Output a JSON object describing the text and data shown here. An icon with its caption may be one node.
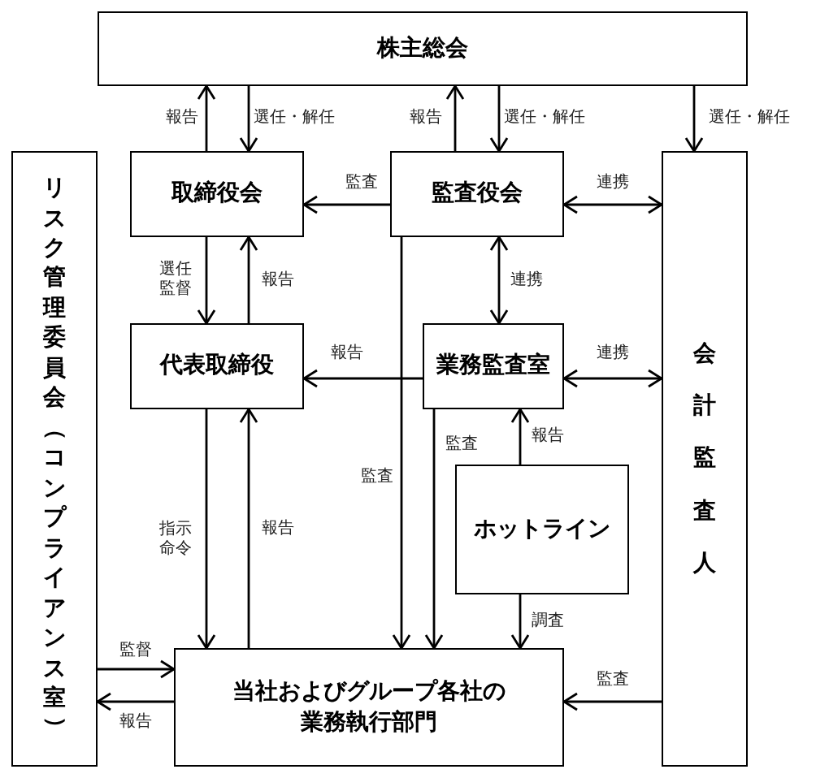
{
  "diagram": {
    "nodes": [
      {
        "text": [
          "株主総会"
        ]
      },
      {
        "text": [
          "リスク管理委員会（コンプライアンス室）"
        ]
      },
      {
        "text": [
          "取締役会"
        ]
      },
      {
        "text": [
          "監査役会"
        ]
      },
      {
        "text": [
          "会計監査人"
        ]
      },
      {
        "text": [
          "代表取締役"
        ]
      },
      {
        "text": [
          "業務監査室"
        ]
      },
      {
        "text": [
          "ホットライン"
        ]
      },
      {
        "text": [
          "当社およびグループ各社の業務執行部門"
        ]
      }
    ],
    "edges": [
      {
        "from": 2,
        "to": 0,
        "arrow": "to",
        "label": "報告"
      },
      {
        "from": 0,
        "to": 2,
        "arrow": "to",
        "label": "選任・解任"
      },
      {
        "from": 3,
        "to": 0,
        "arrow": "to",
        "label": "報告"
      },
      {
        "from": 0,
        "to": 3,
        "arrow": "to",
        "label": "選任・解任"
      },
      {
        "from": 0,
        "to": 4,
        "arrow": "to",
        "label": "選任・解任"
      },
      {
        "from": 3,
        "to": 2,
        "arrow": "to",
        "label": "監査"
      },
      {
        "from": 3,
        "to": 4,
        "arrow": "both",
        "label": "連携"
      },
      {
        "from": 3,
        "to": 6,
        "arrow": "both",
        "label": "連携"
      },
      {
        "from": 2,
        "to": 5,
        "arrow": "to",
        "label": "選任監督"
      },
      {
        "from": 5,
        "to": 2,
        "arrow": "to",
        "label": "報告"
      },
      {
        "from": 6,
        "to": 5,
        "arrow": "to",
        "label": "報告"
      },
      {
        "from": 6,
        "to": 4,
        "arrow": "both",
        "label": "連携"
      },
      {
        "from": 3,
        "to": 8,
        "arrow": "to",
        "label": "監査"
      },
      {
        "from": 6,
        "to": 8,
        "arrow": "to",
        "label": "監査"
      },
      {
        "from": 7,
        "to": 6,
        "arrow": "to",
        "label": "報告"
      },
      {
        "from": 7,
        "to": 8,
        "arrow": "to",
        "label": "調査"
      },
      {
        "from": 5,
        "to": 8,
        "arrow": "to",
        "label": "指示命令"
      },
      {
        "from": 8,
        "to": 5,
        "arrow": "to",
        "label": "報告"
      },
      {
        "from": 1,
        "to": 8,
        "arrow": "to",
        "label": "監督"
      },
      {
        "from": 8,
        "to": 1,
        "arrow": "to",
        "label": "報告"
      },
      {
        "from": 4,
        "to": 8,
        "arrow": "to",
        "label": "監査"
      }
    ]
  }
}
